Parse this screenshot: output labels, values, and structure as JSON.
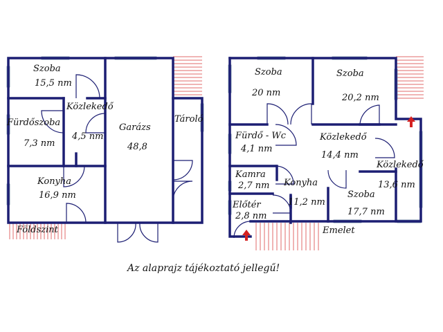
{
  "ground_floor": {
    "label": "Földszint",
    "rooms": [
      {
        "name": "Szoba",
        "area": "15,5 nm"
      },
      {
        "name": "Közlekedő",
        "area": "4,5 nm"
      },
      {
        "name": "Fürdőszoba",
        "area": "7,3 nm"
      },
      {
        "name": "Konyha",
        "area": "16,9 nm"
      },
      {
        "name": "Garázs",
        "area": "48,8"
      },
      {
        "name": "Tároló",
        "area": ""
      }
    ]
  },
  "upper_floor": {
    "label": "Emelet",
    "rooms": [
      {
        "name": "Szoba",
        "area": "20 nm"
      },
      {
        "name": "Szoba",
        "area": "20,2 nm"
      },
      {
        "name": "Fürdő - Wc",
        "area": "4,1 nm"
      },
      {
        "name": "Közlekedő",
        "area": "14,4 nm"
      },
      {
        "name": "Közlekedő",
        "area": "13,6 nm"
      },
      {
        "name": "Kamra",
        "area": "2,7 nm"
      },
      {
        "name": "Konyha",
        "area": "11,2 nm"
      },
      {
        "name": "Szoba",
        "area": "17,7 nm"
      },
      {
        "name": "Előtér",
        "area": "2,8 nm"
      }
    ]
  },
  "note": "Az alaprajz tájékoztató jellegű!",
  "colors": {
    "wall": "#1c1e73",
    "window": "#bcd0e0",
    "stairs": "#e06a6a",
    "arrow": "#d42020"
  }
}
